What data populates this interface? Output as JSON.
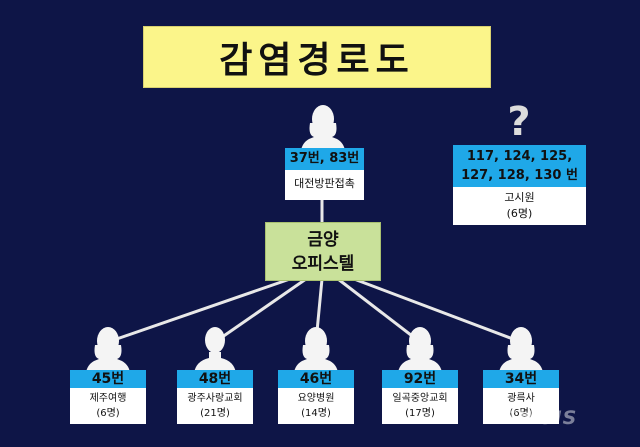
{
  "title": "감염경로도",
  "source": {
    "cases": "37번, 83번",
    "label": "대전방판접촉"
  },
  "hub": {
    "line1": "금양",
    "line2": "오피스텔"
  },
  "unknown": {
    "mark": "?",
    "cases_line1": "117, 124, 125,",
    "cases_line2": "127, 128, 130 번",
    "place": "고시원",
    "count": "(6명)"
  },
  "leaves": [
    {
      "cases": "45번",
      "place": "제주여행",
      "count": "(6명)"
    },
    {
      "cases": "48번",
      "place": "광주사랑교회",
      "count": "(21명)"
    },
    {
      "cases": "46번",
      "place": "요양병원",
      "count": "(14명)"
    },
    {
      "cases": "92번",
      "place": "일곡중앙교회",
      "count": "(17명)"
    },
    {
      "cases": "34번",
      "place": "광륵사",
      "count": "(6명)"
    }
  ],
  "watermark": "NEWSIS",
  "colors": {
    "background": "#0e1547",
    "title_bg": "#fbf58a",
    "hub_bg": "#c9e19a",
    "case_header": "#1fa8e8"
  }
}
